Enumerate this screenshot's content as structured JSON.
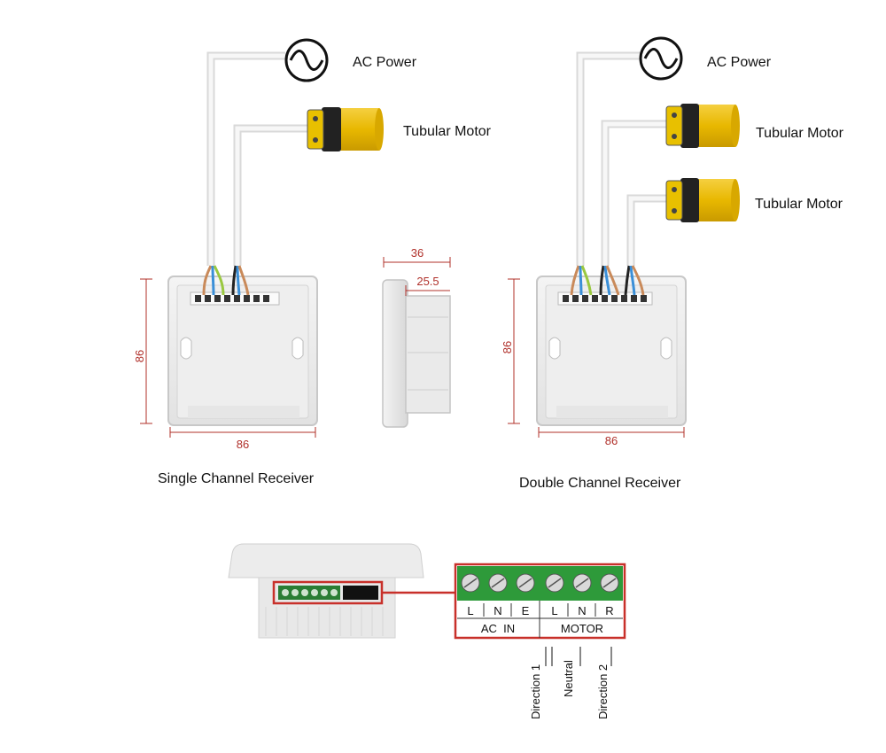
{
  "labels": {
    "ac_power": "AC Power",
    "tubular_motor": "Tubular Motor",
    "single_receiver": "Single Channel Receiver",
    "double_receiver": "Double Channel Receiver"
  },
  "dimensions": {
    "height": "86",
    "width": "86",
    "depth_total": "36",
    "depth_body": "25.5"
  },
  "terminal_block": {
    "terminals": [
      "L",
      "N",
      "E",
      "L",
      "N",
      "R"
    ],
    "groups": [
      "AC  IN",
      "MOTOR"
    ],
    "motor_wires": [
      "Direction 1",
      "Neutral",
      "Direction 2"
    ]
  },
  "colors": {
    "terminal_green": "#2e9a3a",
    "highlight_red": "#c8302a",
    "motor_yellow": "#e8b800",
    "dimension_red": "#b0302a",
    "wire_blue": "#3a8fd8",
    "wire_brown": "#c98a5a",
    "wire_earth": "#9ac840"
  }
}
